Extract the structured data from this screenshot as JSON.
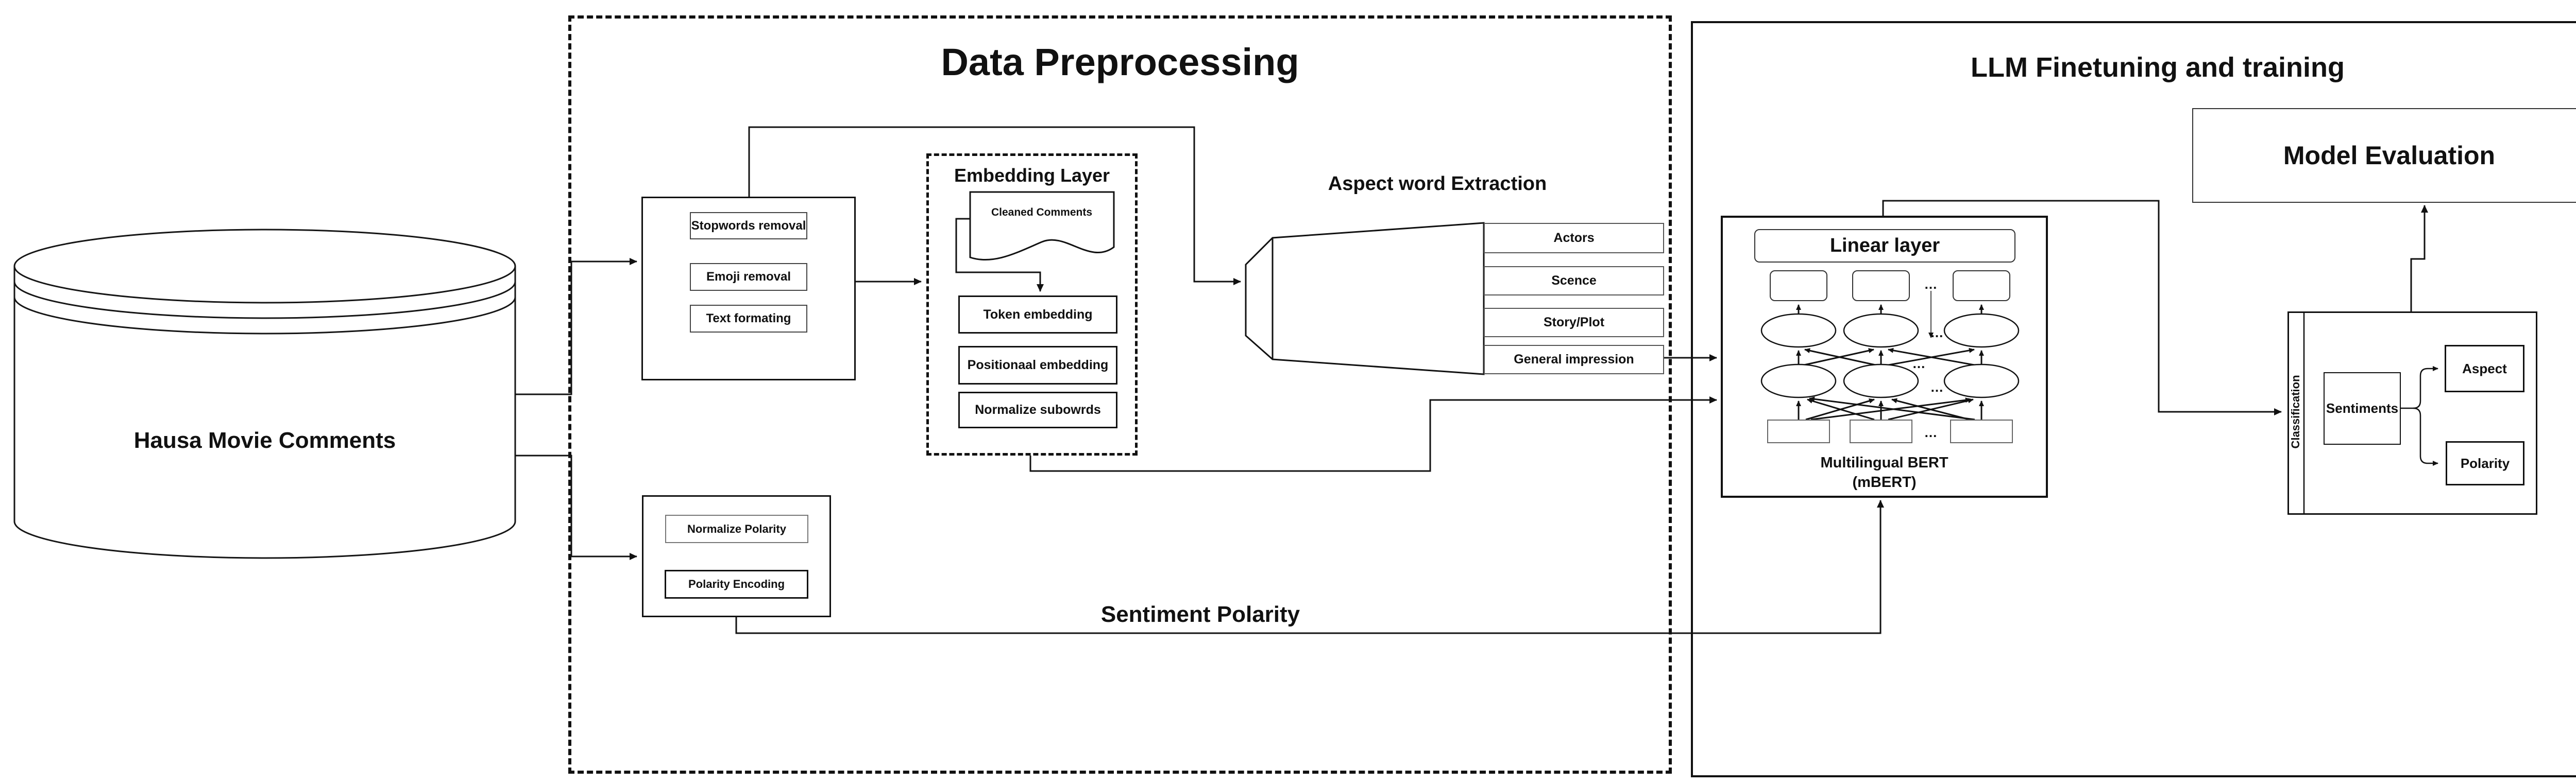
{
  "diagram": {
    "ink_color": "#111111",
    "background_color": "#ffffff",
    "database": {
      "label": "Hausa Movie Comments"
    },
    "preprocessing": {
      "title": "Data Preprocessing",
      "cleaning_steps": [
        "Stopwords removal",
        "Emoji removal",
        "Text formating"
      ],
      "embedding": {
        "title": "Embedding Layer",
        "document_label": "Cleaned Comments",
        "steps": [
          "Token embedding",
          "Positionaal embedding",
          "Normalize subowrds"
        ]
      },
      "aspect_extraction": {
        "title": "Aspect word Extraction",
        "aspects": [
          "Actors",
          "Scence",
          "Story/Plot",
          "General impression"
        ]
      },
      "polarity_steps": [
        "Normalize Polarity",
        "Polarity Encoding"
      ],
      "sentiment_polarity_label": "Sentiment Polarity"
    },
    "llm": {
      "title": "LLM Finetuning and training",
      "model_evaluation_label": "Model Evaluation",
      "bert": {
        "linear_layer_label": "Linear layer",
        "name_line1": "Multilingual BERT",
        "name_line2": "(mBERT)",
        "ellipsis": "..."
      },
      "classification": {
        "strip_label": "Classification",
        "sentiments_label": "Sentiments",
        "aspect_label": "Aspect",
        "polarity_label": "Polarity"
      }
    }
  }
}
